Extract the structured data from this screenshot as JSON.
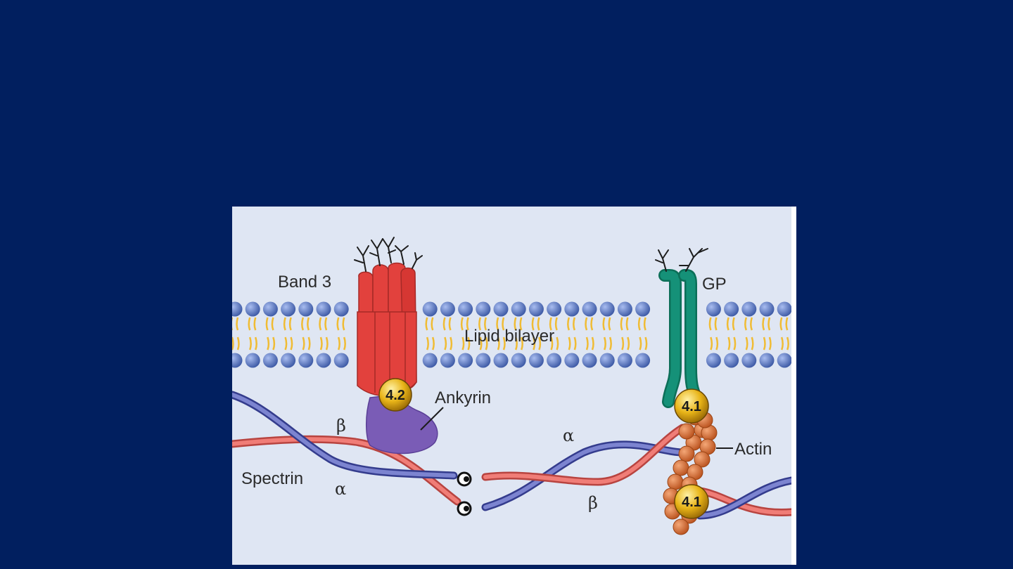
{
  "slide": {
    "background_color": "#011f5f"
  },
  "diagram": {
    "labels": {
      "band3": "Band 3",
      "gp": "GP",
      "lipid_bilayer": "Lipid bilayer",
      "ankyrin": "Ankyrin",
      "actin": "Actin",
      "spectrin": "Spectrin",
      "beta_left": "β",
      "alpha_left": "α",
      "alpha_right": "α",
      "beta_right": "β"
    },
    "badges": {
      "protein_4_2": "4.2",
      "protein_4_1_top": "4.1",
      "protein_4_1_bottom": "4.1"
    },
    "colors": {
      "panel_bg": "#dfe6f3",
      "lipid_head": "#4a68b4",
      "lipid_tail": "#f0bc34",
      "band3": "#e2413d",
      "gp": "#12866c",
      "ankyrin": "#7a5cb6",
      "spectrin_alpha": "#e05a55",
      "spectrin_beta": "#4d55ad",
      "actin": "#d8692d",
      "badge": "#e8b418"
    }
  }
}
